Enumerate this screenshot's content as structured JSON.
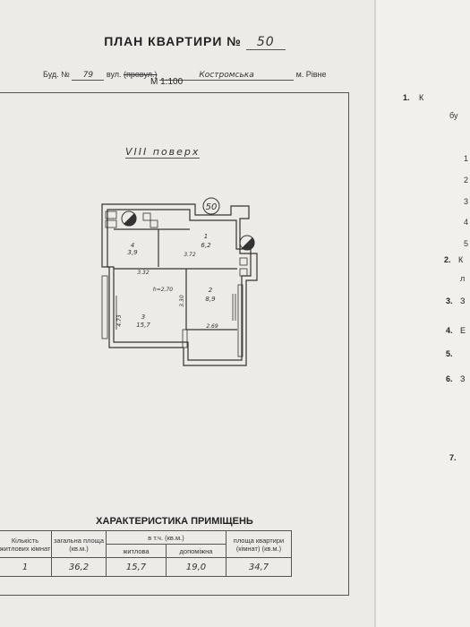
{
  "title": "ПЛАН КВАРТИРИ №",
  "apartment_no": "50",
  "address": {
    "bud_label": "Буд. №",
    "bud_no": "79",
    "vul_label": "вул.",
    "provul_label": "(провул.)",
    "street": "Костромська",
    "city": "м. Рівне"
  },
  "scale": "М 1:100",
  "floor_label": "VIII поверх",
  "plan": {
    "apt_circle": "50",
    "rooms": [
      {
        "num": "4",
        "area": "3,9"
      },
      {
        "num": "1",
        "area": "6,2"
      },
      {
        "num": "2",
        "area": "8,9"
      },
      {
        "num": "3",
        "area": "15,7"
      }
    ],
    "dims": {
      "d1": "3.72",
      "d2": "3.32",
      "height": "h=2,70",
      "d3": "3.30",
      "d4": "4.73",
      "d5": "2.69"
    }
  },
  "characteristics": {
    "heading": "ХАРАКТЕРИСТИКА ПРИМІЩЕНЬ",
    "col_rooms": "Кількість житлових кімнат",
    "col_total": "загальна площа (кв.м.)",
    "col_incl": "в т.ч. (кв.м.)",
    "col_living": "житлова",
    "col_aux": "допоміжна",
    "col_apt": "площа квартири (кімнат) (кв.м.)",
    "row": {
      "rooms": "1",
      "total": "36,2",
      "living": "15,7",
      "aux": "19,0",
      "apt": "34,7"
    }
  },
  "right_page": {
    "n1": "1.",
    "n1_text": "К",
    "n1_text2": "бу",
    "sub": [
      "1",
      "2",
      "3",
      "4",
      "5"
    ],
    "n2": "2.",
    "n2_text": "К",
    "n2_text2": "л",
    "n3": "3.",
    "n3_text": "З",
    "n4": "4.",
    "n4_text": "Е",
    "n5": "5.",
    "n6": "6.",
    "n6_text": "З",
    "n7": "7."
  },
  "colors": {
    "paper": "#ecebe7",
    "ink": "#333333",
    "background": "#2b2a28"
  }
}
